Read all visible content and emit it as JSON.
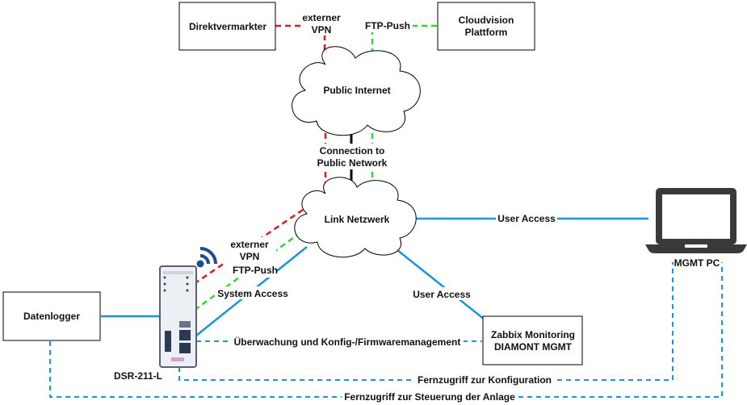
{
  "nodes": {
    "direktvermarkter": "Direktvermarkter",
    "cloudvision_line1": "Cloudvision",
    "cloudvision_line2": "Plattform",
    "public_internet": "Public Internet",
    "link_netzwerk": "Link Netzwerk",
    "mgmt_pc": "MGMT PC",
    "datenlogger": "Datenlogger",
    "zabbix_line1": "Zabbix Monitoring",
    "zabbix_line2": "DIAMONT MGMT",
    "dsr": "DSR-211-L"
  },
  "edges": {
    "externer_vpn_top_line1": "externer",
    "externer_vpn_top_line2": "VPN",
    "ftp_push_top": "FTP-Push",
    "connection_line1": "Connection to",
    "connection_line2": "Public Network",
    "user_access_pc": "User Access",
    "externer_vpn_left_line1": "externer",
    "externer_vpn_left_line2": "VPN",
    "ftp_push_left": "FTP-Push",
    "system_access": "System Access",
    "user_access_zabbix": "User Access",
    "ueberwachung": "Überwachung und Konfig-/Firmwaremanagement",
    "fernzugriff_konfig": "Fernzugriff zur Konfiguration",
    "fernzugriff_steuerung": "Fernzugriff zur Steuerung der Anlage"
  },
  "colors": {
    "vpn": "#e81515",
    "ftp": "#33d433",
    "lan": "#1e90e6",
    "wan": "#000000"
  }
}
